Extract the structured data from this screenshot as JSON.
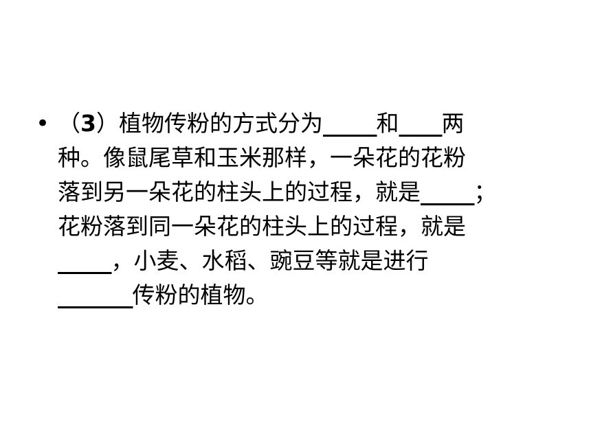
{
  "slide": {
    "bullet": "•",
    "lines": [
      {
        "open_paren": "（",
        "number": "3",
        "close_paren_and_text": "）植物传粉的方式分为",
        "blank1": "_____",
        "mid": "和",
        "blank2": "____",
        "tail": "两"
      },
      {
        "text": "种。像鼠尾草和玉米那样，一朵花的花粉"
      },
      {
        "text": "落到另一朵花的柱头上的过程，就是",
        "blank": "_____",
        "tail": "；"
      },
      {
        "text": "花粉落到同一朵花的柱头上的过程，就是"
      },
      {
        "blank": "_____",
        "tail": "，小麦、水稻、豌豆等就是进行"
      },
      {
        "blank": "_______",
        "tail": "传粉的植物。"
      }
    ]
  }
}
